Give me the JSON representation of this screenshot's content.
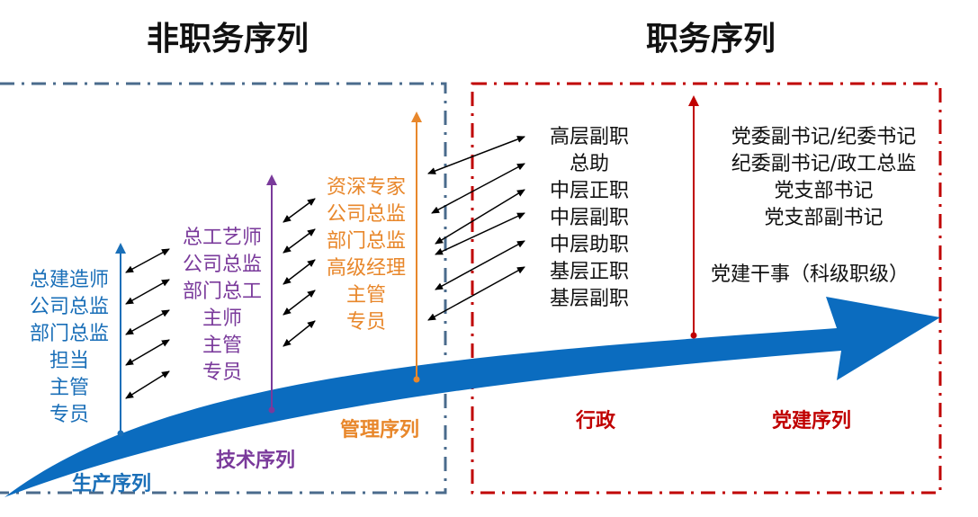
{
  "headings": {
    "non_position": "非职务序列",
    "position": "职务序列"
  },
  "colors": {
    "production": "#1a6fb8",
    "technical": "#7a3a9b",
    "management": "#e8872b",
    "admin": "#c00000",
    "arrow_fill": "#0b6cbf",
    "frame_left": "#4a6b8c",
    "frame_right": "#c00000"
  },
  "production": {
    "label": "生产序列",
    "items": [
      "总建造师",
      "公司总监",
      "部门总监",
      "担当",
      "主管",
      "专员"
    ]
  },
  "technical": {
    "label": "技术序列",
    "items": [
      "总工艺师",
      "公司总监",
      "部门总工",
      "主师",
      "主管",
      "专员"
    ]
  },
  "management": {
    "label": "管理序列",
    "items": [
      "资深专家",
      "公司总监",
      "部门总监",
      "高级经理",
      "主管",
      "专员"
    ]
  },
  "admin": {
    "label": "行政",
    "items": [
      "高层副职",
      "总助",
      "中层正职",
      "中层副职",
      "中层助职",
      "基层正职",
      "基层副职"
    ]
  },
  "party": {
    "label": "党建序列",
    "items": [
      "党委副书记/纪委书记",
      "纪委副书记/政工总监",
      "党支部书记",
      "党支部副书记"
    ],
    "extra": "党建干事（科级职级）"
  }
}
